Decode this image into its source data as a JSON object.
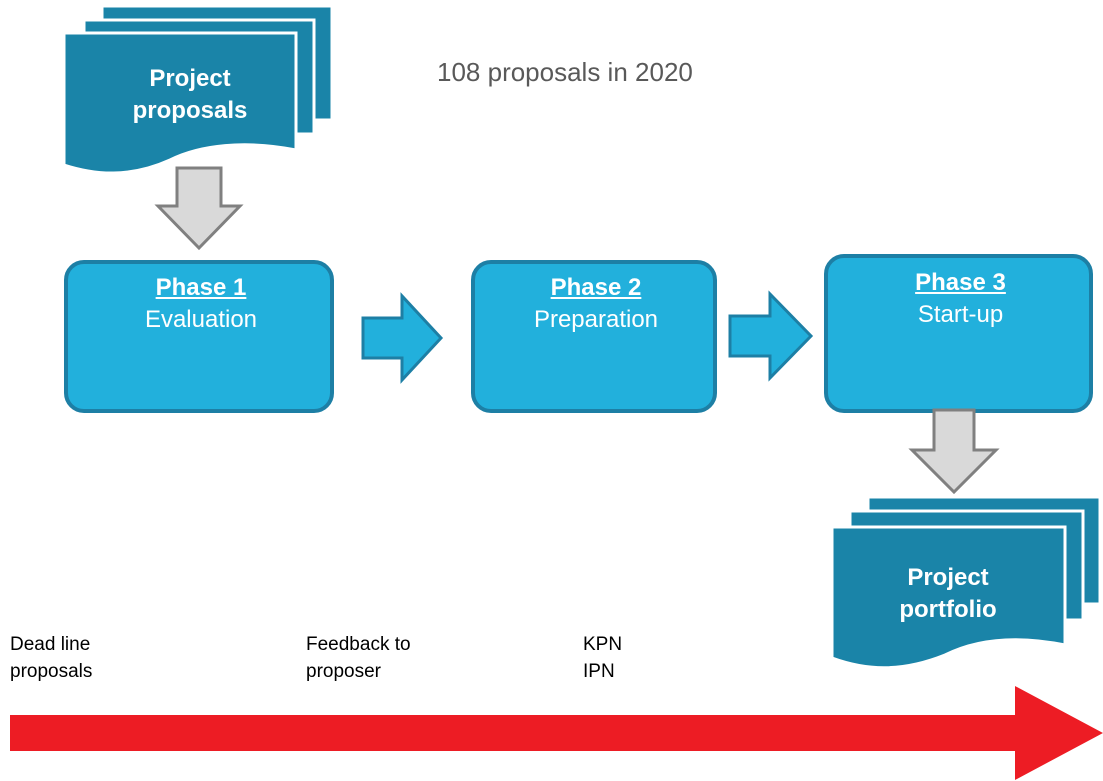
{
  "input_doc": {
    "line1": "Project",
    "line2": "proposals"
  },
  "stat_text": "108 proposals in 2020",
  "phases": [
    {
      "title": "Phase 1",
      "subtitle": "Evaluation"
    },
    {
      "title": "Phase 2",
      "subtitle": "Preparation"
    },
    {
      "title": "Phase 3",
      "subtitle": "Start-up"
    }
  ],
  "output_doc": {
    "line1": "Project",
    "line2": "portfolio"
  },
  "timeline_notes": [
    {
      "line1": "Dead line",
      "line2": "proposals"
    },
    {
      "line1": "Feedback to",
      "line2": "proposer"
    },
    {
      "line1": "KPN",
      "line2": "IPN"
    }
  ],
  "colors": {
    "doc_fill": "#1a84a8",
    "phase_fill": "#22b0dc",
    "phase_stroke": "#1d7fa5",
    "down_arrow_fill": "#d9d9d9",
    "down_arrow_stroke": "#808080",
    "timeline_arrow": "#ed1c24"
  },
  "icons": [
    "stacked-document-icon",
    "down-arrow-icon",
    "right-arrow-icon",
    "timeline-arrow-icon"
  ]
}
